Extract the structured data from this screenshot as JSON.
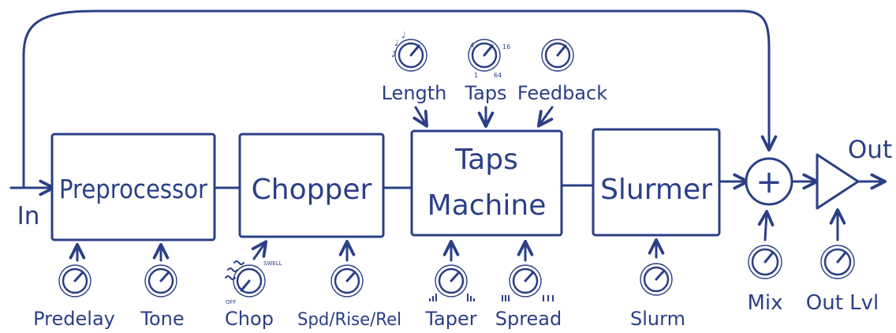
{
  "colors": {
    "ink": "#2b3f86",
    "background": "#ffffff"
  },
  "io": {
    "input_label": "In",
    "output_label": "Out"
  },
  "blocks": [
    {
      "id": "preprocessor",
      "label": "Preprocessor"
    },
    {
      "id": "chopper",
      "label": "Chopper"
    },
    {
      "id": "taps-machine",
      "label_line1": "Taps",
      "label_line2": "Machine"
    },
    {
      "id": "slurmer",
      "label": "Slurmer"
    }
  ],
  "mixer": {
    "symbol": "+"
  },
  "knobs": {
    "length": "Length",
    "taps": "Taps",
    "feedback": "Feedback",
    "predelay": "Predelay",
    "tone": "Tone",
    "chop": "Chop",
    "spd_rise_rel": "Spd/Rise/Rel",
    "taper": "Taper",
    "spread": "Spread",
    "slurm": "Slurm",
    "mix": "Mix",
    "out_lvl": "Out Lvl"
  },
  "scale_marks": {
    "taps": [
      "1",
      "4",
      "16",
      "64"
    ],
    "chop": [
      "OFF",
      "SWELL"
    ]
  }
}
